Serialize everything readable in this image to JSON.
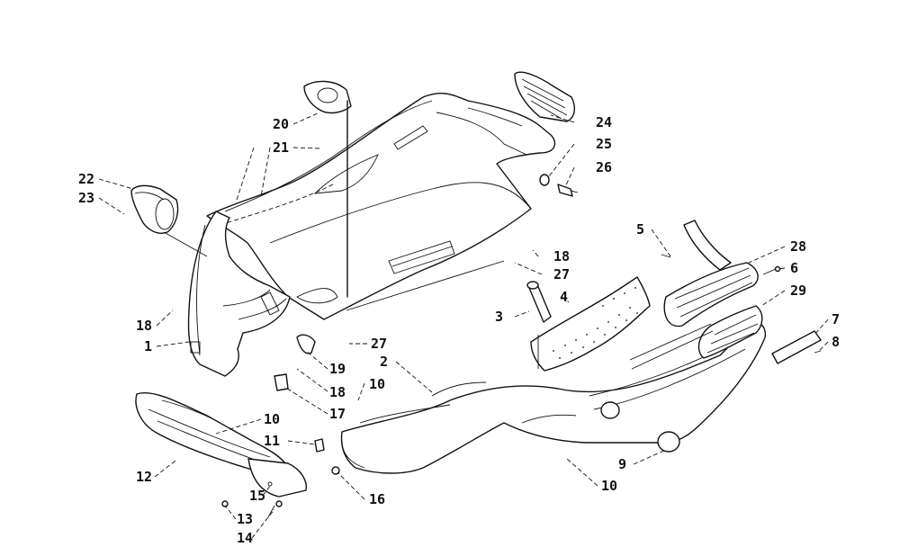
{
  "diagram": {
    "callouts": [
      {
        "id": "c20",
        "label": "20"
      },
      {
        "id": "c21",
        "label": "21"
      },
      {
        "id": "c22",
        "label": "22"
      },
      {
        "id": "c23",
        "label": "23"
      },
      {
        "id": "c18a",
        "label": "18"
      },
      {
        "id": "c1",
        "label": "1"
      },
      {
        "id": "c24",
        "label": "24"
      },
      {
        "id": "c25",
        "label": "25"
      },
      {
        "id": "c26",
        "label": "26"
      },
      {
        "id": "c5",
        "label": "5"
      },
      {
        "id": "c28",
        "label": "28"
      },
      {
        "id": "c6",
        "label": "6"
      },
      {
        "id": "c29",
        "label": "29"
      },
      {
        "id": "c18b",
        "label": "18"
      },
      {
        "id": "c27a",
        "label": "27"
      },
      {
        "id": "c4",
        "label": "4"
      },
      {
        "id": "c3",
        "label": "3"
      },
      {
        "id": "c27b",
        "label": "27"
      },
      {
        "id": "c19",
        "label": "19"
      },
      {
        "id": "c18c",
        "label": "18"
      },
      {
        "id": "c2",
        "label": "2"
      },
      {
        "id": "c10a",
        "label": "10"
      },
      {
        "id": "c17",
        "label": "17"
      },
      {
        "id": "c10b",
        "label": "10"
      },
      {
        "id": "c11",
        "label": "11"
      },
      {
        "id": "c12",
        "label": "12"
      },
      {
        "id": "c15",
        "label": "15"
      },
      {
        "id": "c13",
        "label": "13"
      },
      {
        "id": "c14",
        "label": "14"
      },
      {
        "id": "c16",
        "label": "16"
      },
      {
        "id": "c7",
        "label": "7"
      },
      {
        "id": "c8",
        "label": "8"
      },
      {
        "id": "c9",
        "label": "9"
      },
      {
        "id": "c10c",
        "label": "10"
      }
    ]
  }
}
